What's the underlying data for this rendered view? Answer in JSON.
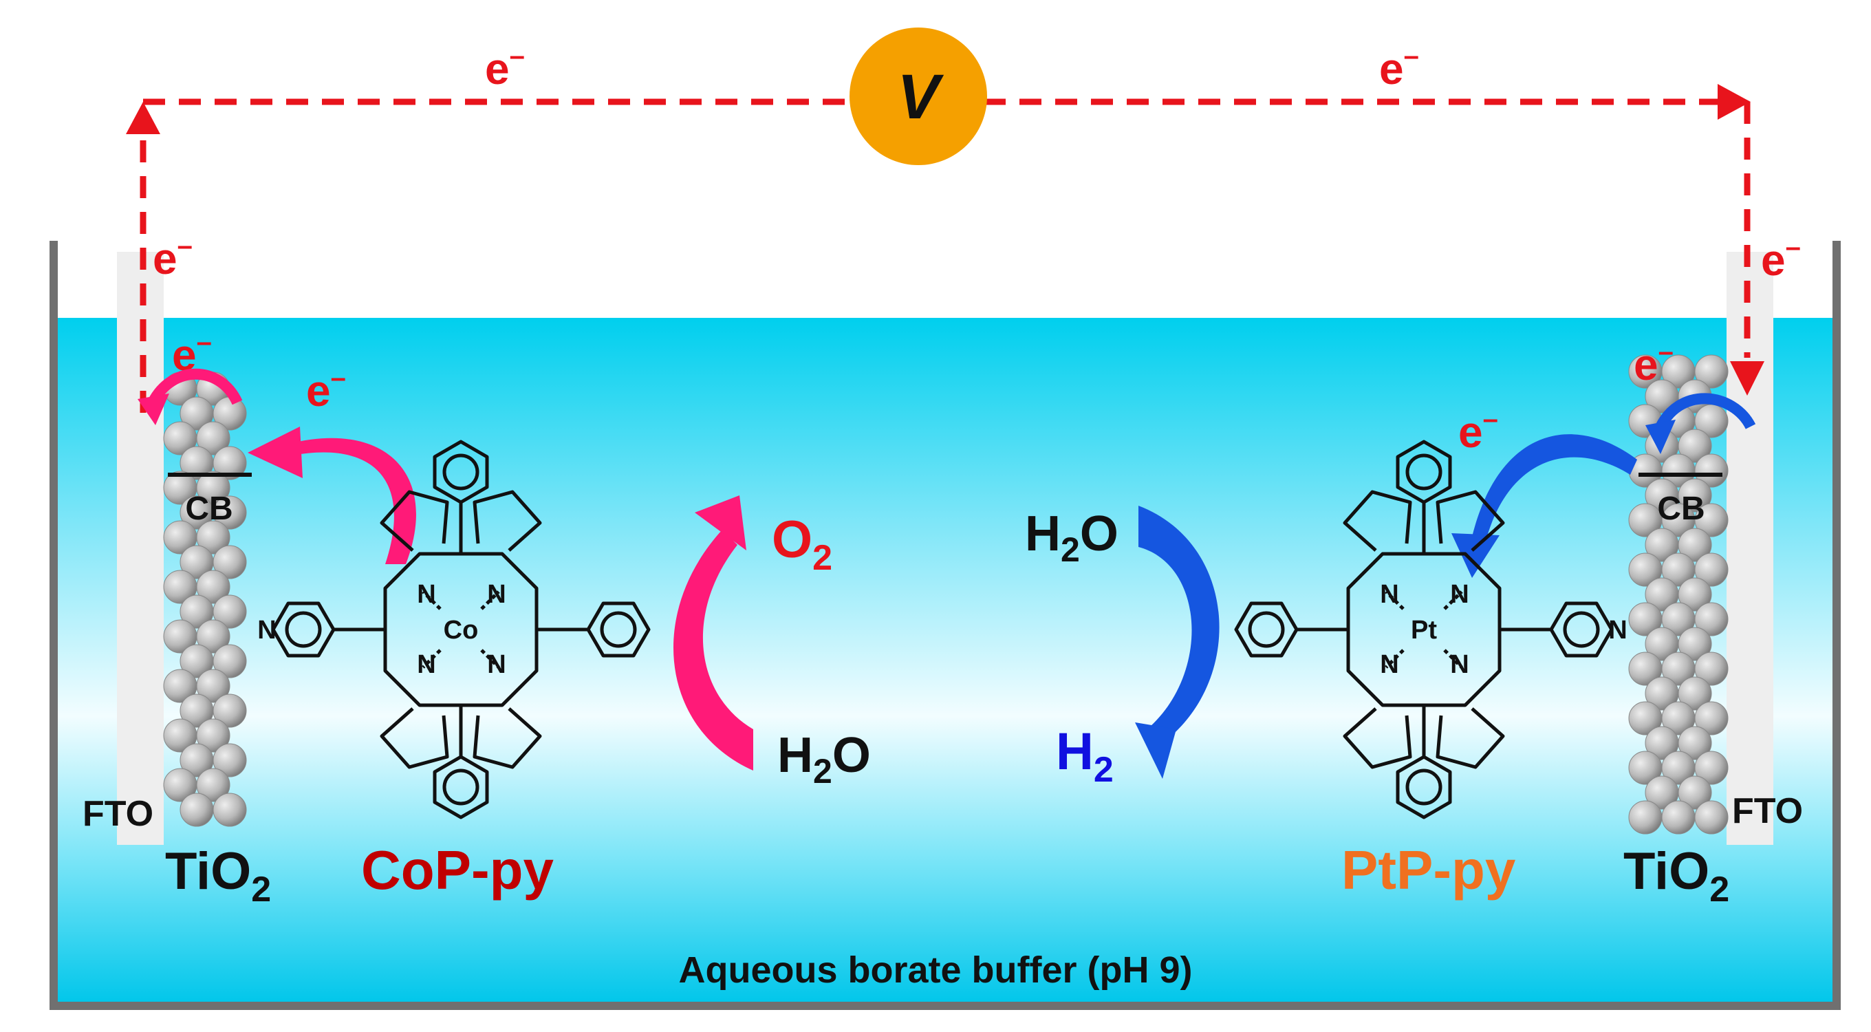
{
  "circuit": {
    "voltmeter_symbol": "V",
    "electron_symbol": "e",
    "electron_charge": "–"
  },
  "left_electrode": {
    "fto_label": "FTO",
    "semiconductor_main": "TiO",
    "semiconductor_sub": "2",
    "band_label": "CB",
    "dye_label": "CoP-py",
    "dye_metal": "Co"
  },
  "right_electrode": {
    "fto_label": "FTO",
    "semiconductor_main": "TiO",
    "semiconductor_sub": "2",
    "band_label": "CB",
    "dye_label": "PtP-py",
    "dye_metal": "Pt"
  },
  "reactions": {
    "left_product_main": "O",
    "left_product_sub": "2",
    "left_reactant_main": "H",
    "left_reactant_sub": "2",
    "left_reactant_tail": "O",
    "right_reactant_main": "H",
    "right_reactant_sub": "2",
    "right_reactant_tail": "O",
    "right_product_main": "H",
    "right_product_sub": "2"
  },
  "molecule_atoms": {
    "nitrogen": "N"
  },
  "electrolyte": {
    "label": "Aqueous borate buffer (pH 9)"
  },
  "colors": {
    "circuit": "#e8141c",
    "voltmeter": "#f5a000",
    "water_top": "#00cfee",
    "water_mid": "#e8fbff",
    "tank_wall": "#707070",
    "left_arrow": "#ff1a78",
    "right_arrow": "#1556e0",
    "cop_label": "#c00000",
    "ptp_label": "#f07020",
    "o2_label": "#e8141c",
    "h2_label": "#1010e0",
    "particle": "#b8b8b8"
  }
}
